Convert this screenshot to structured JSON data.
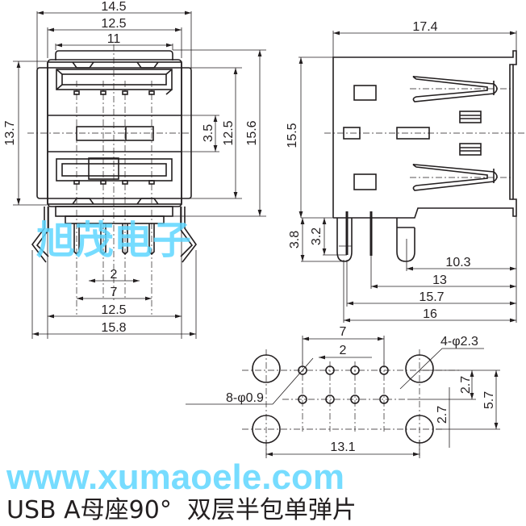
{
  "front_view": {
    "dims": {
      "w_outer": "14.5",
      "w_body": "12.5",
      "w_top": "11",
      "h_left": "13.7",
      "port_pitch": "3.5",
      "h_right_inner": "12.5",
      "h_right_outer": "15.6",
      "pin_pitch": "2",
      "pin_span": "7",
      "leg_inner": "12.5",
      "leg_outer": "15.8"
    }
  },
  "side_view": {
    "dims": {
      "length": "17.4",
      "height": "15.5",
      "pin_38": "3.8",
      "pin_32": "3.2",
      "d_103": "10.3",
      "d_13": "13",
      "d_157": "15.7",
      "d_16": "16"
    }
  },
  "footprint": {
    "dims": {
      "span7": "7",
      "pitch2": "2",
      "big_holes": "4-φ2.3",
      "small_holes": "8-φ0.9",
      "row27a": "2.7",
      "row57": "5.7",
      "row27b": "2.7",
      "span131": "13.1"
    }
  },
  "watermark": {
    "cn": "旭茂电子",
    "url": "www.xumaoele.com"
  },
  "title": "USB A母座90°  双层半包单弹片"
}
